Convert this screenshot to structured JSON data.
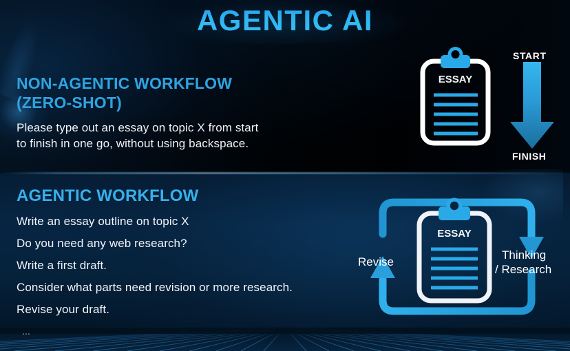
{
  "title": "AGENTIC AI",
  "sections": {
    "non_agentic": {
      "heading_line1": "NON-AGENTIC WORKFLOW",
      "heading_line2": "(ZERO-SHOT)",
      "body_line1": "Please type out an essay on topic X from start",
      "body_line2": "to finish in one go, without using backspace."
    },
    "agentic": {
      "heading": "AGENTIC WORKFLOW",
      "steps": [
        "Write an essay outline on topic X",
        "Do you need any web research?",
        "Write a first draft.",
        "Consider what parts need revision or more research.",
        "Revise your draft.",
        "..."
      ]
    }
  },
  "graphics": {
    "zero_shot": {
      "clipboard_label": "ESSAY",
      "clipboard_line_count": 5,
      "arrow_start_label": "START",
      "arrow_finish_label": "FINISH"
    },
    "loop": {
      "clipboard_label": "ESSAY",
      "clipboard_line_count": 5,
      "left_label": "Revise",
      "right_label_line1": "Thinking",
      "right_label_line2": "/ Research"
    }
  },
  "colors": {
    "accent_blue": "#29a9e8",
    "title_blue": "#2fb4f0",
    "heading_blue": "#2fa3e0",
    "text_white": "#f2f5f9",
    "clipboard_white": "#ffffff",
    "bg_top": "#000305",
    "bg_bottom": "#062440"
  }
}
